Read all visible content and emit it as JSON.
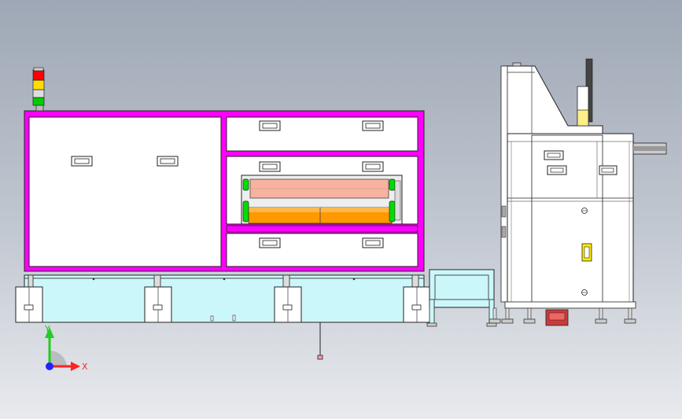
{
  "viewport": {
    "background_top": "#9ea7b5",
    "background_bottom": "#e8eaee"
  },
  "colors": {
    "frame_magenta": "#ff00ff",
    "panel_white": "#ffffff",
    "base_cyan": "#ccf7fa",
    "roller_orange": "#ff9900",
    "roller_salmon": "#f7b3a0",
    "green": "#00dd00",
    "light_red": "#ff0000",
    "light_yellow": "#ffdd00",
    "light_green": "#00cc00",
    "outline": "#222222",
    "handle_yellow": "#ffee00"
  },
  "triad": {
    "x_label": "X",
    "y_label": "Y",
    "x_color": "#ff2222",
    "y_color": "#22cc22",
    "z_color": "#2222ff"
  },
  "components": {
    "signal_tower": "signal-tower",
    "left_machine": "printing-machine",
    "right_machine": "unloader-cabinet",
    "conveyor_stand": "transfer-stand"
  }
}
